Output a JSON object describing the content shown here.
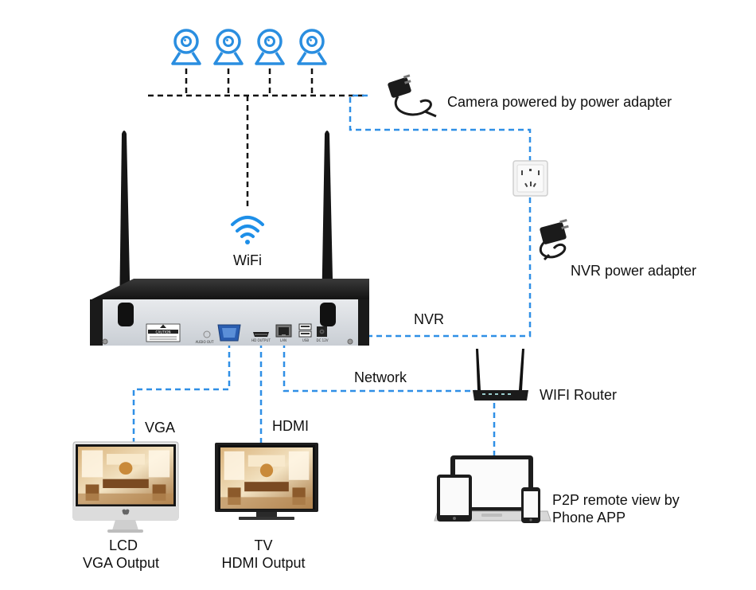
{
  "labels": {
    "camera_power": "Camera powered by power adapter",
    "wifi": "WiFi",
    "nvr_power": "NVR power adapter",
    "nvr": "NVR",
    "network": "Network",
    "wifi_router": "WIFI Router",
    "vga": "VGA",
    "hdmi": "HDMI",
    "p2p_line1": "P2P remote view by",
    "p2p_line2": "Phone APP",
    "lcd_line1": "LCD",
    "lcd_line2": "VGA Output",
    "tv_line1": "TV",
    "tv_line2": "HDMI Output"
  },
  "nvr_panel": {
    "caution": "CAUTION",
    "audio_out": "AUDIO OUT",
    "hd_output": "HD OUTPUT",
    "lan": "LAN",
    "usb": "USB",
    "dc12v": "DC 12V"
  },
  "icons": [
    "camera-icon",
    "power-adapter-icon",
    "wall-outlet-icon",
    "wifi-icon",
    "router-icon",
    "lcd-monitor-icon",
    "tv-monitor-icon",
    "laptop-icon",
    "tablet-icon",
    "phone-icon",
    "antenna-icon"
  ],
  "colors": {
    "camera_blue": "#2a8ee0",
    "connection_line": "#2f8fe6",
    "camera_bus": "#111111",
    "nvr_body": "#1c1c1c",
    "nvr_front": "#d9dde2"
  }
}
